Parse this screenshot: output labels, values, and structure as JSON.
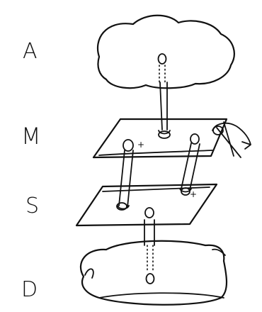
{
  "labels": {
    "a": "A",
    "m": "M",
    "s": "S",
    "d": "D"
  },
  "icons": {
    "plus_upper": "plus-sign",
    "plus_lower": "plus-sign"
  },
  "colors": {
    "ink": "#111111",
    "paper": "#ffffff"
  }
}
